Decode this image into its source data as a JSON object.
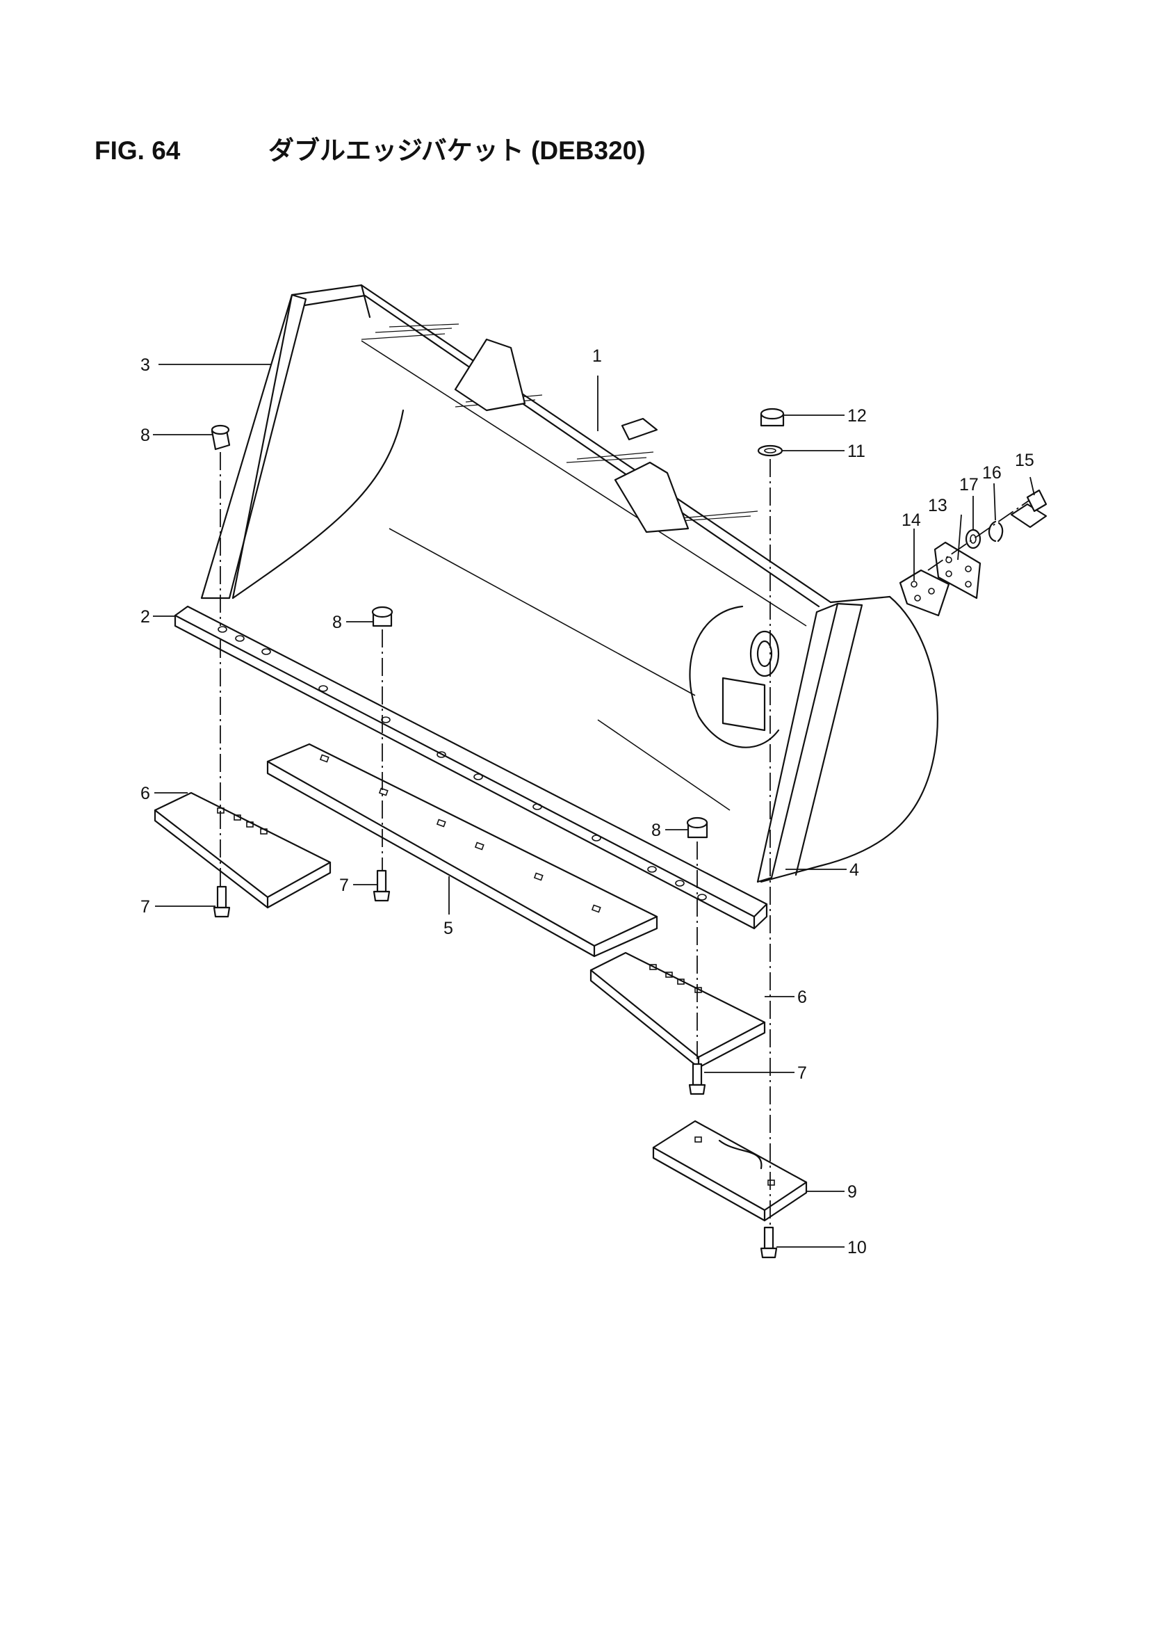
{
  "header": {
    "figure_number": "FIG. 64",
    "title": "ダブルエッジバケット (DEB320)"
  },
  "callouts": {
    "c1": "1",
    "c2": "2",
    "c3": "3",
    "c4": "4",
    "c5": "5",
    "c6a": "6",
    "c6b": "6",
    "c7a": "7",
    "c7b": "7",
    "c7c": "7",
    "c8a": "8",
    "c8b": "8",
    "c8c": "8",
    "c9": "9",
    "c10": "10",
    "c11": "11",
    "c12": "12",
    "c13": "13",
    "c14": "14",
    "c15": "15",
    "c16": "16",
    "c17": "17"
  }
}
